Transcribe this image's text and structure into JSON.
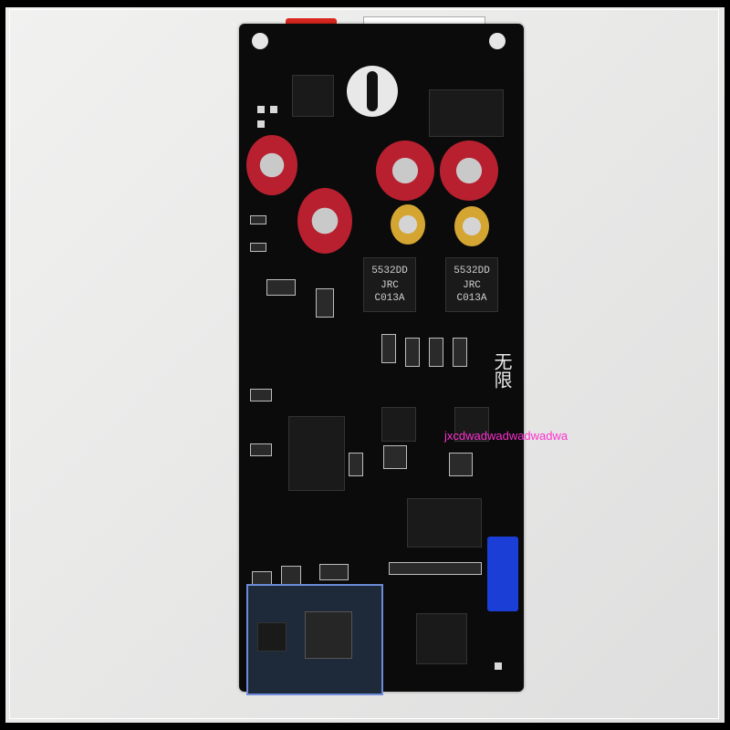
{
  "photo": {
    "subject": "black audio amplifier circuit board",
    "colors": {
      "background": "#ececeb",
      "board": "#0b0b0b",
      "capacitor": "#b8202f",
      "connector_blue": "#1b3fd6",
      "connector_red": "#d8261e"
    }
  },
  "chips": [
    {
      "line1": "5532DD",
      "line2": "JRC",
      "line3": "C013A"
    },
    {
      "line1": "5532DD",
      "line2": "JRC",
      "line3": "C013A"
    }
  ],
  "silkscreen": {
    "chinese": "无限"
  },
  "watermark": "jxcdwadwadwadwadwa"
}
